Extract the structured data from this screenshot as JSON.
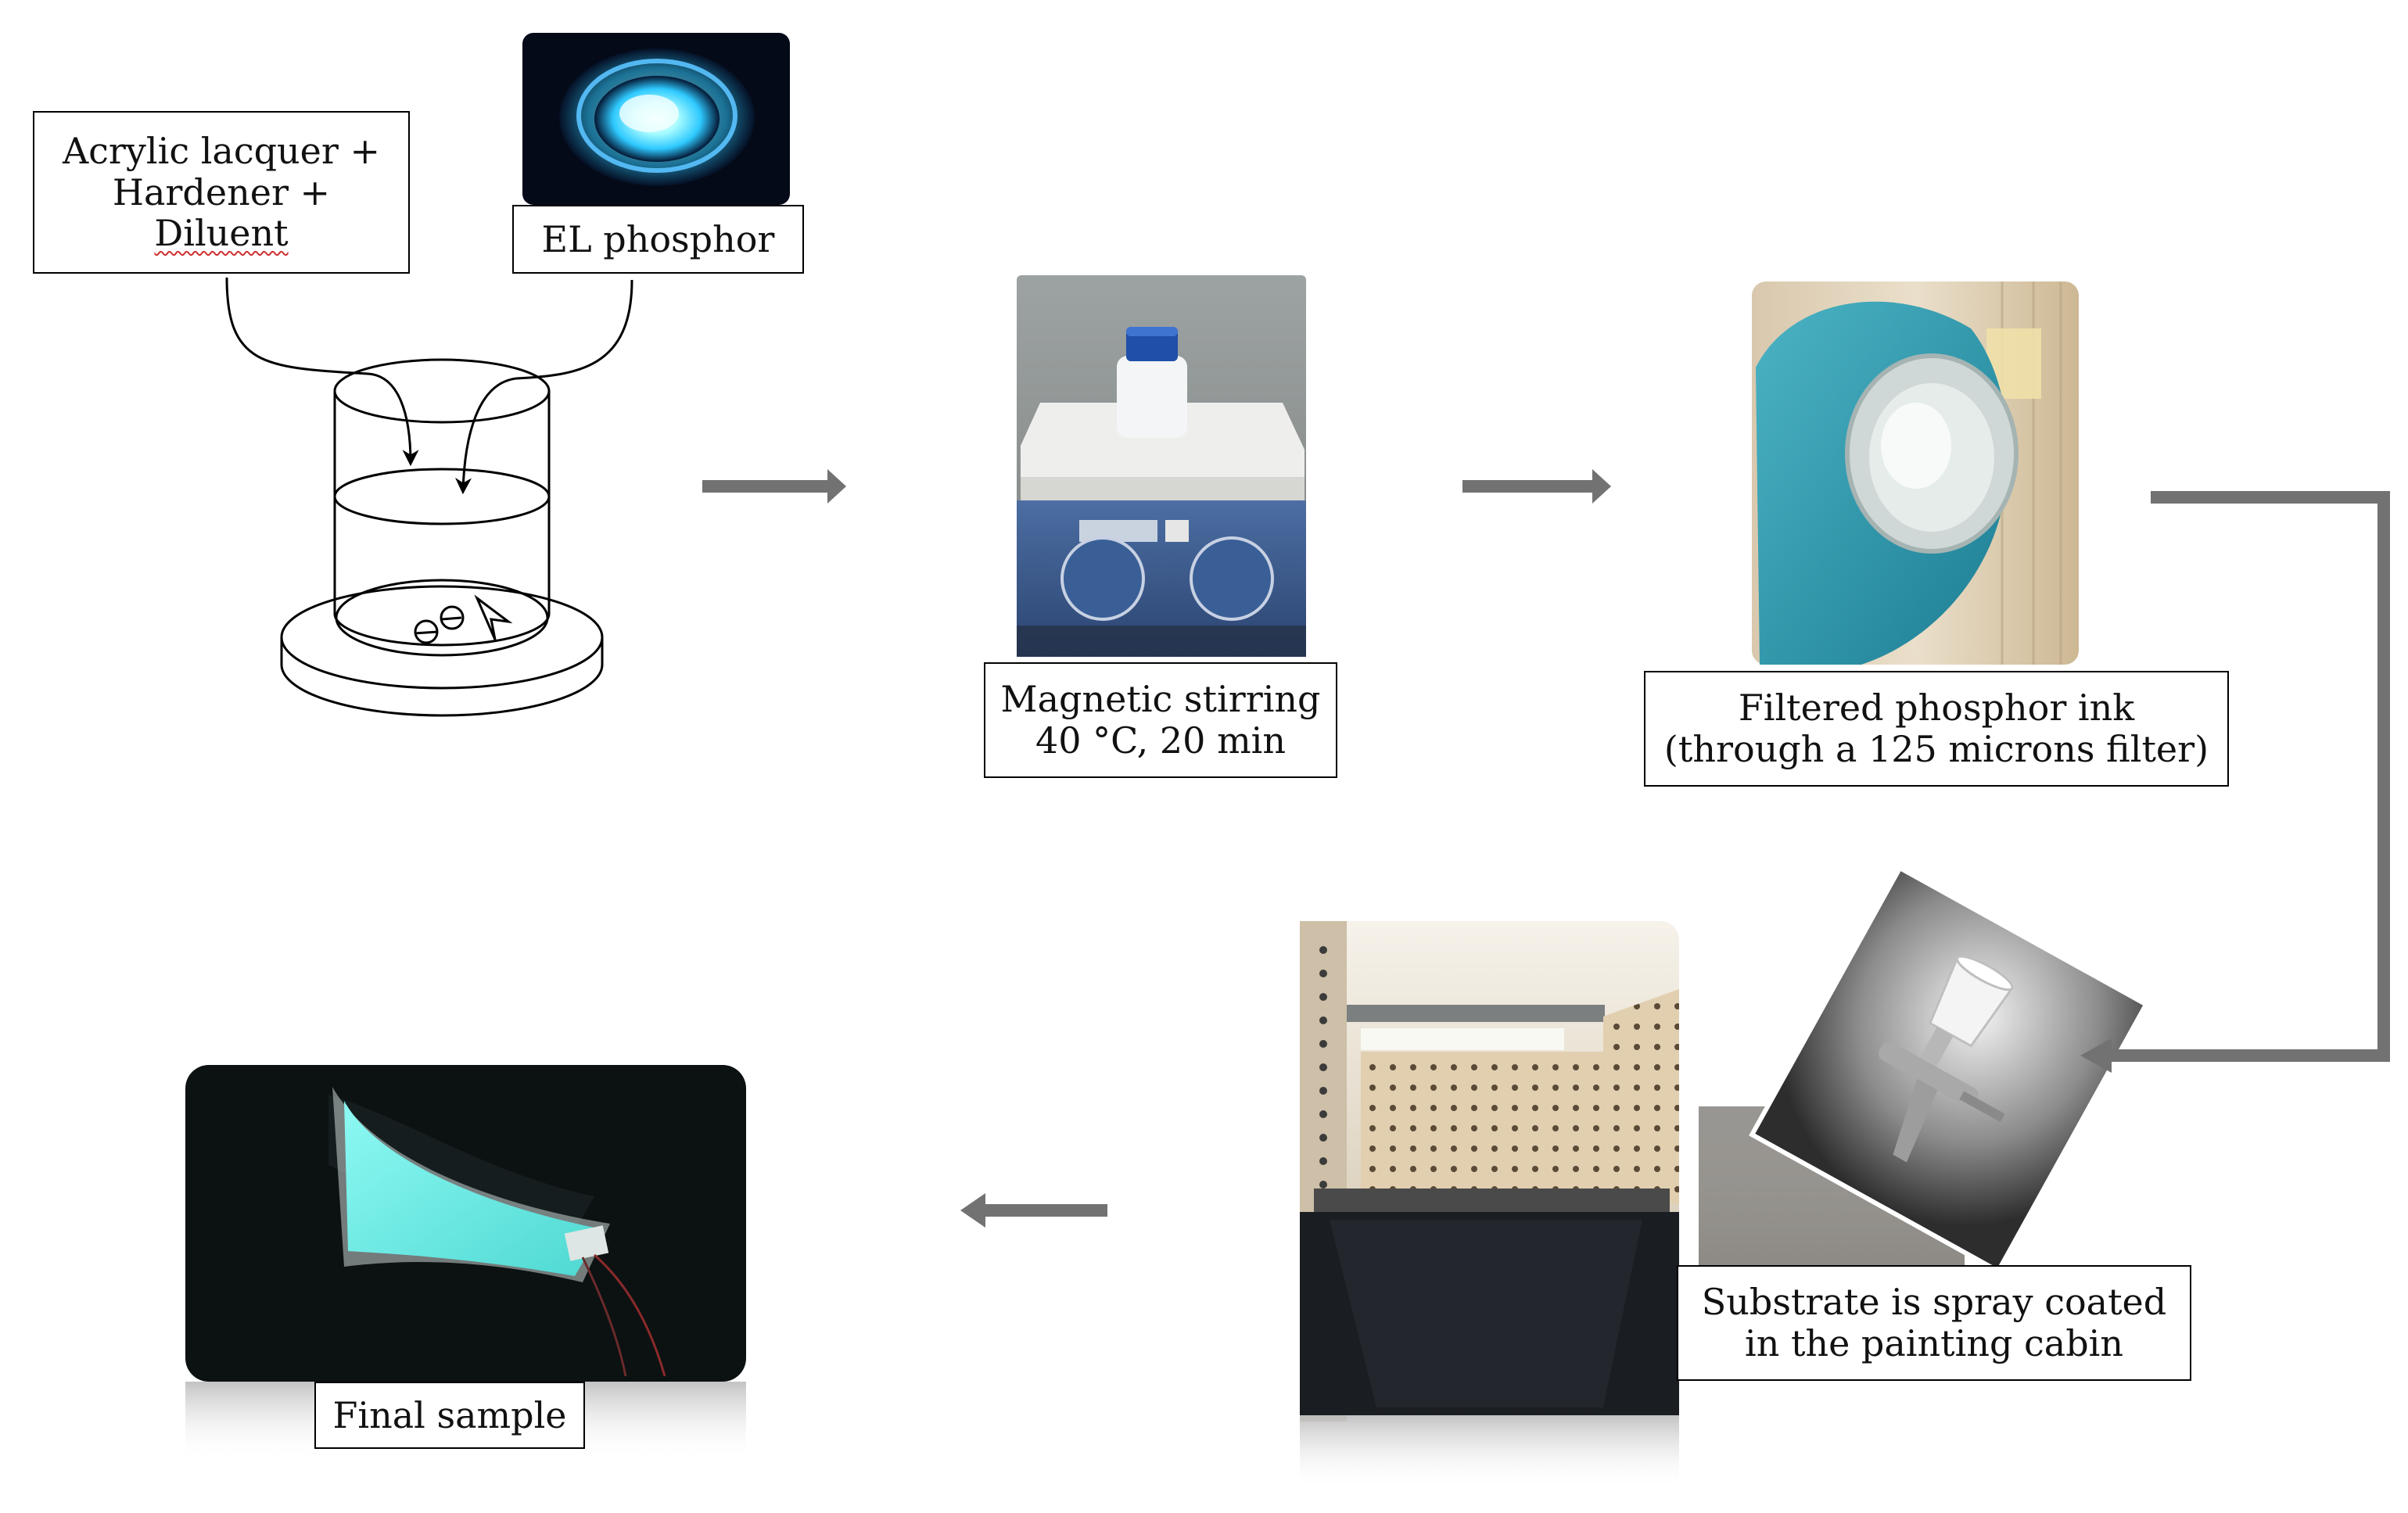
{
  "labels": {
    "ingredients": {
      "line1": "Acrylic lacquer +",
      "line2": "Hardener +",
      "line3": "Diluent"
    },
    "phosphor": "EL phosphor",
    "stirring": {
      "line1": "Magnetic stirring",
      "line2": "40 °C, 20 min"
    },
    "filtered": {
      "line1": "Filtered phosphor ink",
      "line2": "(through a 125 microns filter)"
    },
    "spray": {
      "line1": "Substrate is spray coated",
      "line2": "in the painting cabin"
    },
    "final": "Final sample"
  },
  "colors": {
    "arrow": "#727272",
    "glow": "#7ff5ee",
    "label_border": "#000000",
    "spellcheck_underline": "#d03030"
  },
  "photos": [
    "phosphor-glow-photo",
    "magnetic-stirrer-photo",
    "filtered-ink-photo",
    "spray-gun-photo",
    "painting-cabin-photo",
    "final-sample-photo"
  ]
}
